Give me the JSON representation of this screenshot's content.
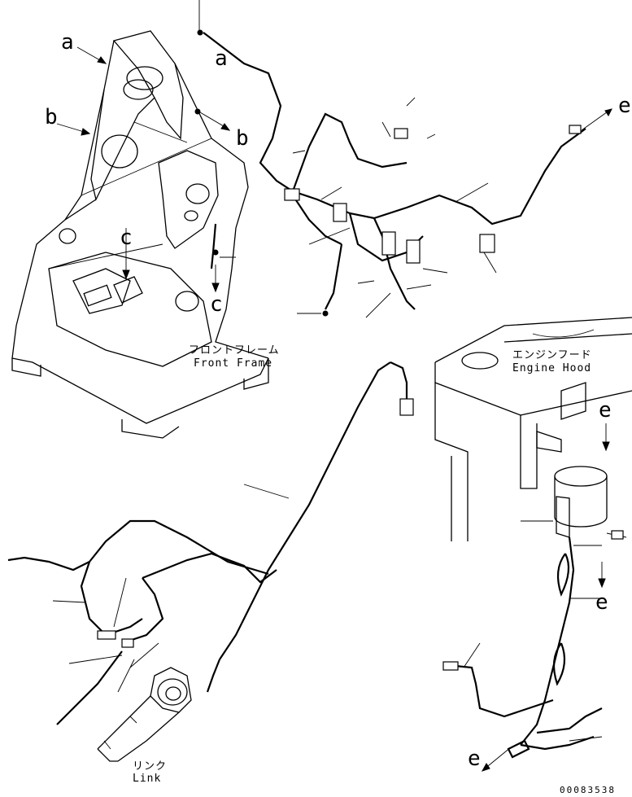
{
  "labels": {
    "callout_a": "a",
    "callout_b": "b",
    "callout_c": "c",
    "callout_e": "e"
  },
  "components": {
    "front_frame_jp": "フロントフレーム",
    "front_frame_en": "Front Frame",
    "engine_hood_jp": "エンジンフード",
    "engine_hood_en": "Engine Hood",
    "link_jp": "リンク",
    "link_en": "Link"
  },
  "document_number": "00083538"
}
